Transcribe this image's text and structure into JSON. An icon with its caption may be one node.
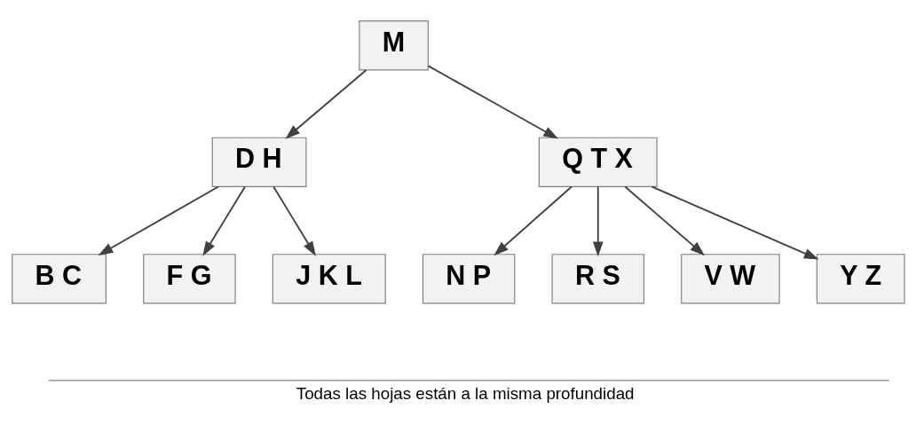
{
  "diagram": {
    "nodes": [
      {
        "text": [
          "M"
        ]
      },
      {
        "text": [
          "D H"
        ]
      },
      {
        "text": [
          "Q T X"
        ]
      },
      {
        "text": [
          "B C"
        ]
      },
      {
        "text": [
          "F G"
        ]
      },
      {
        "text": [
          "J K L"
        ]
      },
      {
        "text": [
          "N P"
        ]
      },
      {
        "text": [
          "R S"
        ]
      },
      {
        "text": [
          "V W"
        ]
      },
      {
        "text": [
          "Y Z"
        ]
      }
    ],
    "edges": [
      {
        "from": 0,
        "to": 1,
        "arrow": "to"
      },
      {
        "from": 0,
        "to": 2,
        "arrow": "to"
      },
      {
        "from": 1,
        "to": 3,
        "arrow": "to"
      },
      {
        "from": 1,
        "to": 4,
        "arrow": "to"
      },
      {
        "from": 1,
        "to": 5,
        "arrow": "to"
      },
      {
        "from": 2,
        "to": 6,
        "arrow": "to"
      },
      {
        "from": 2,
        "to": 7,
        "arrow": "to"
      },
      {
        "from": 2,
        "to": 8,
        "arrow": "to"
      },
      {
        "from": 2,
        "to": 9,
        "arrow": "to"
      }
    ],
    "labels": [
      "Todas las hojas están a la misma profundidad"
    ]
  }
}
